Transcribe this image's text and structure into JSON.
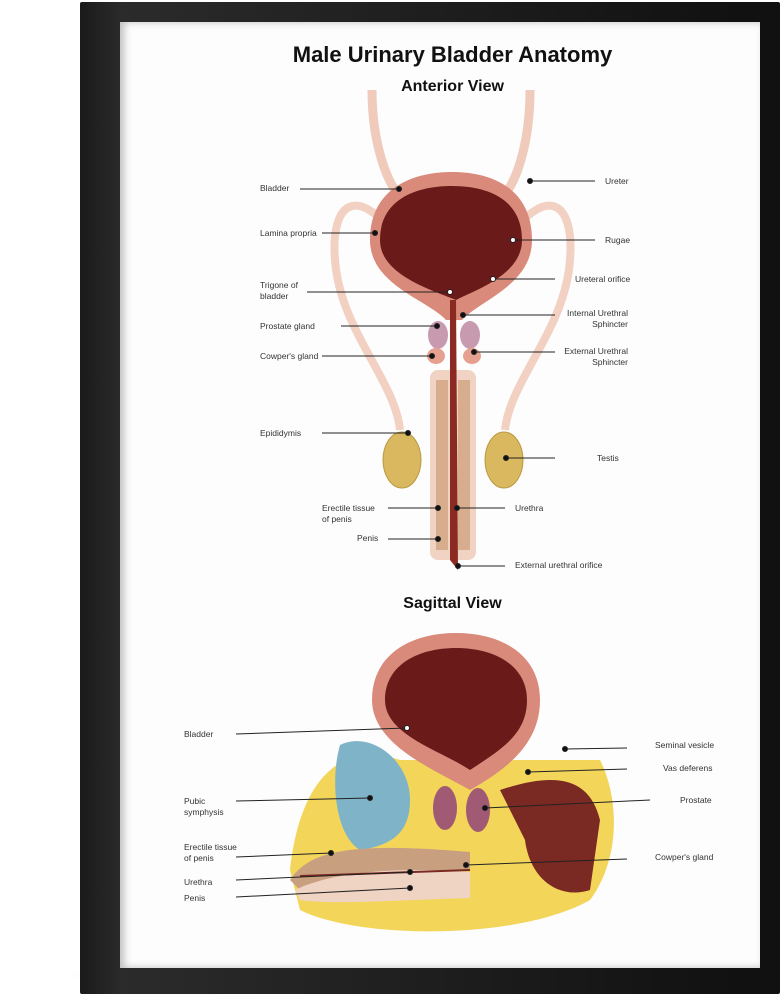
{
  "title": "Male Urinary Bladder Anatomy",
  "anterior": {
    "heading": "Anterior View",
    "left": [
      "Bladder",
      "Lamina propria",
      "Trigone of\nbladder",
      "Prostate gland",
      "Cowper's gland",
      "Epididymis",
      "Erectile tissue\nof penis",
      "Penis"
    ],
    "right": [
      "Ureter",
      "Rugae",
      "Ureteral orifice",
      "Internal Urethral\nSphincter",
      "External Urethral\nSphincter",
      "Testis",
      "Urethra",
      "External urethral orifice"
    ]
  },
  "sagittal": {
    "heading": "Sagittal View",
    "left": [
      "Bladder",
      "Pubic\nsymphysis",
      "Erectile tissue\nof penis",
      "Urethra",
      "Penis"
    ],
    "right": [
      "Seminal vesicle",
      "Vas deferens",
      "Prostate",
      "Cowper's gland"
    ]
  },
  "colors": {
    "frame": "#1a1a1a",
    "bladder_lumen": "#6b1a1a",
    "wall": "#d98a7a",
    "testis": "#d9b860",
    "fat": "#f3d55a",
    "cartilage": "#7fb3c8"
  }
}
